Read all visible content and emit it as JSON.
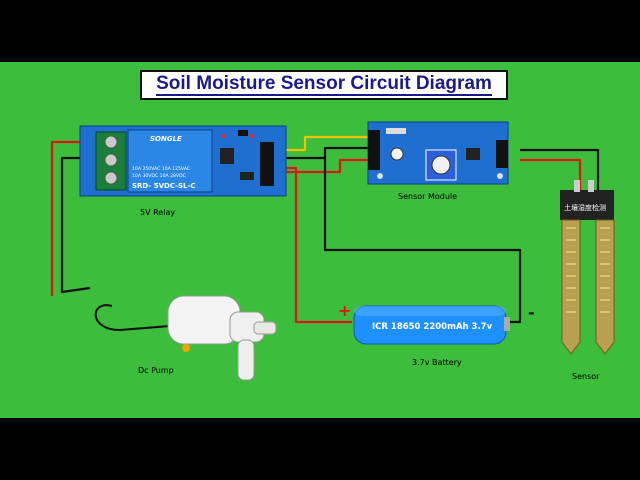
{
  "title": "Soil Moisture Sensor Circuit Diagram",
  "labels": {
    "relay": "5V Relay",
    "sensor_module": "Sensor Module",
    "pump": "Dc Pump",
    "battery": "3.7v Battery",
    "sensor": "Sensor"
  },
  "relay_module": {
    "brand": "SONGLE",
    "line1": "10A 250VAC  10A 125VAC",
    "line2": "10A  30VDC  10A  28VDC",
    "model": "SRD- 5VDC-SL-C"
  },
  "battery": {
    "text": "ICR 18650 2200mAh 3.7v",
    "plus": "+",
    "minus": "-"
  },
  "probe_text": "土壤湿度检测",
  "colors": {
    "background": "#3cbd3c",
    "wire_red": "#e01515",
    "wire_black": "#111111",
    "wire_yellow": "#f2c200",
    "relay_blue": "#1f6fd1",
    "battery_blue": "#1e90ff"
  }
}
